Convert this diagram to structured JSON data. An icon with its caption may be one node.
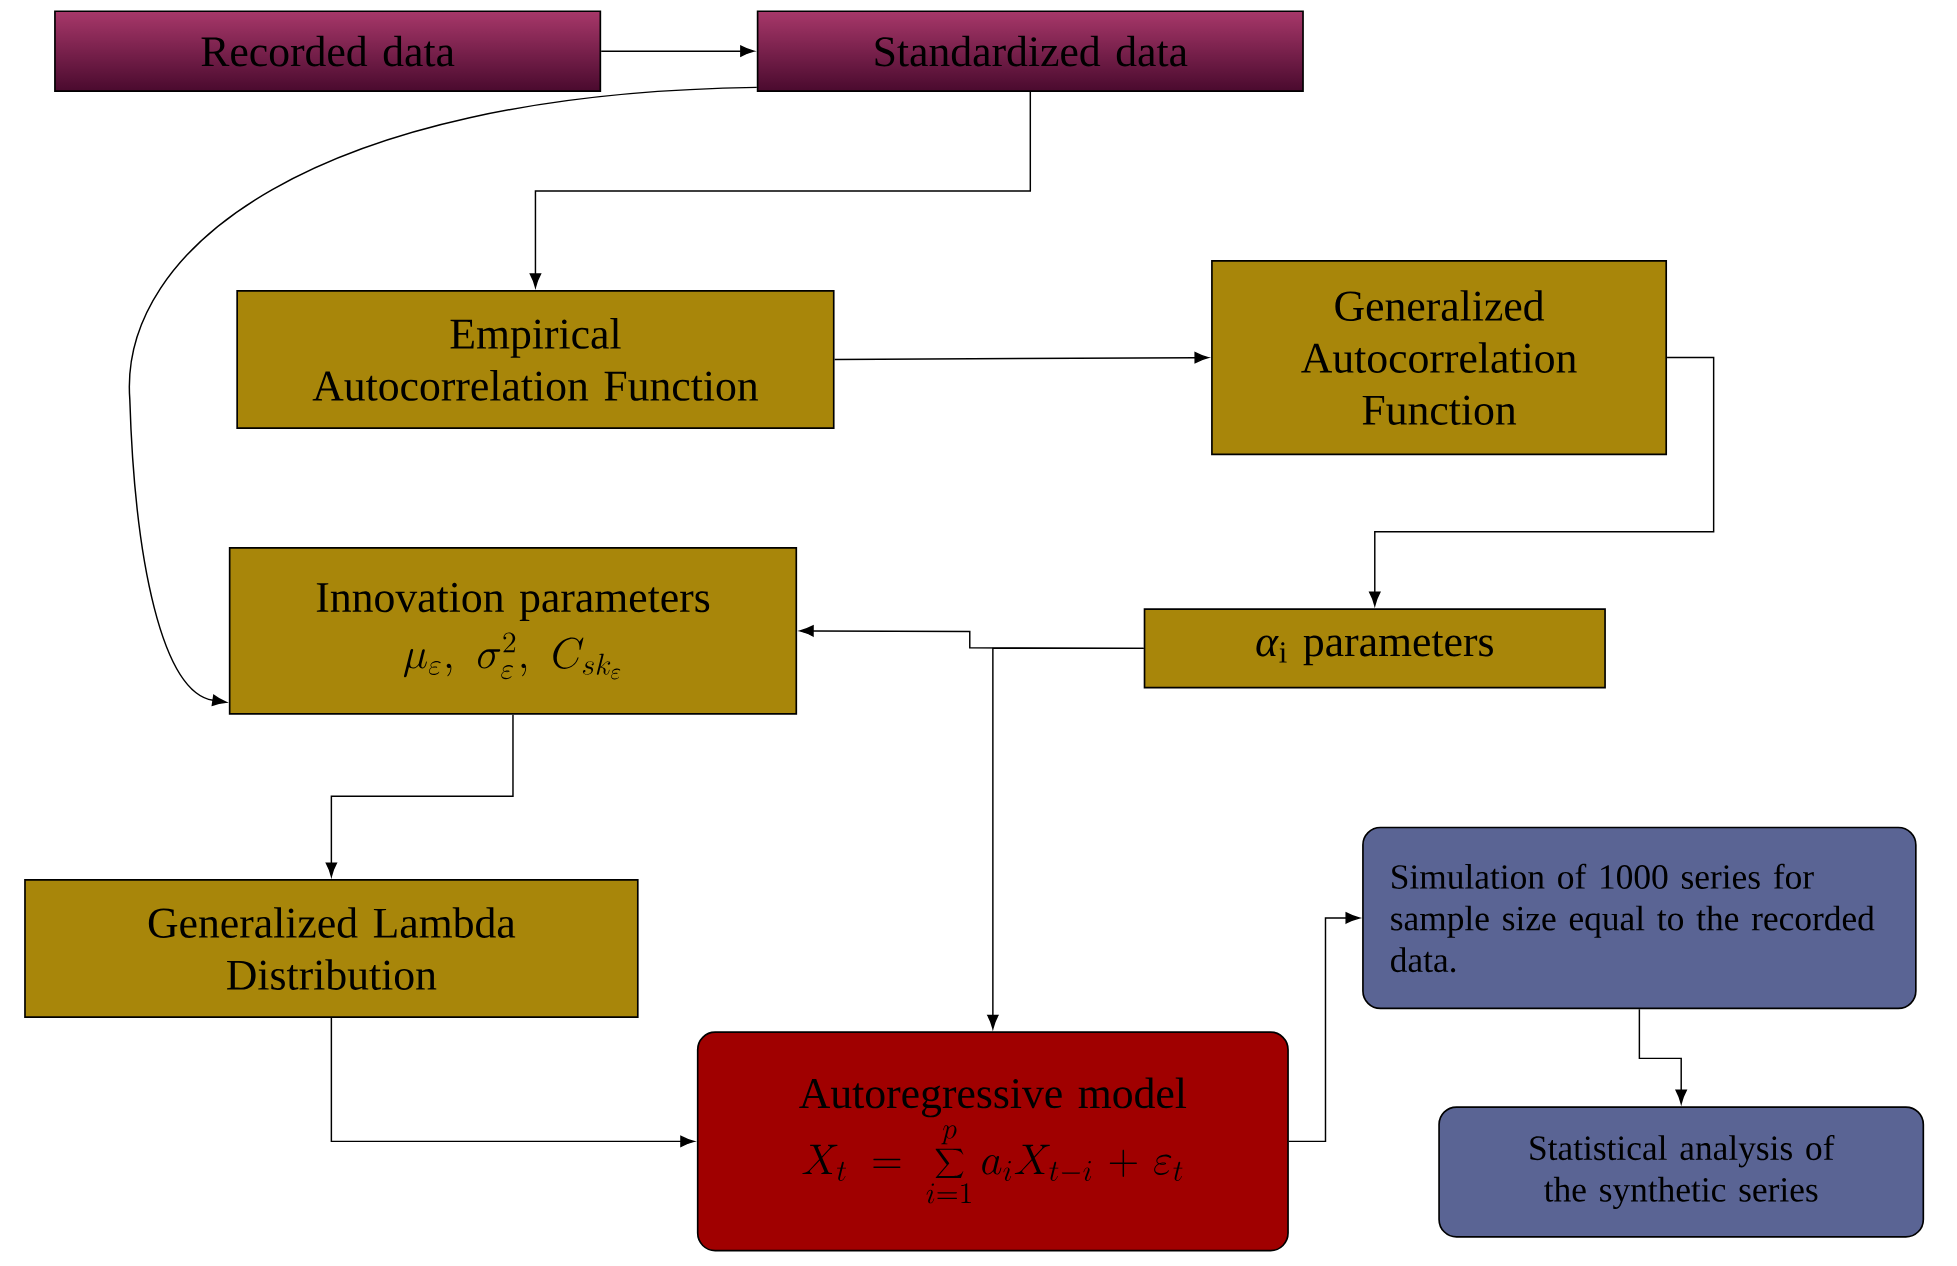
{
  "diagram": {
    "nodes": [
      {
        "text": [
          "Recorded data"
        ]
      },
      {
        "text": [
          "Standardized data"
        ]
      },
      {
        "text": [
          "Empirical Autocorrelation Function"
        ]
      },
      {
        "text": [
          "Generalized Autocorrelation Function"
        ]
      },
      {
        "text": [
          "Innovation parameters",
          "\\mu_{\\varepsilon},\\ \\sigma_{\\varepsilon}^{2},\\ C_{sk_{\\varepsilon}}"
        ]
      },
      {
        "text": [
          "*α*$_{i}$ parameters"
        ]
      },
      {
        "text": [
          "Generalized Lambda Distribution"
        ]
      },
      {
        "text": [
          "Autoregressive model",
          "X_{t}=\\sum_{i=1}^{p}a_{i}X_{t-i}+\\varepsilon_{t}"
        ]
      },
      {
        "text": [
          "Simulation of 1000 series for sample size equal to the recorded data."
        ]
      },
      {
        "text": [
          "Statistical analysis of the synthetic series"
        ]
      }
    ],
    "edges": [
      {
        "from": 0,
        "to": 1,
        "arrow": "to"
      },
      {
        "from": 1,
        "to": 4,
        "arrow": "to"
      },
      {
        "from": 1,
        "to": 2,
        "arrow": "to"
      },
      {
        "from": 2,
        "to": 3,
        "arrow": "to"
      },
      {
        "from": 3,
        "to": 5,
        "arrow": "to"
      },
      {
        "from": 5,
        "to": 4,
        "arrow": "to"
      },
      {
        "from": 5,
        "to": 7,
        "arrow": "to"
      },
      {
        "from": 4,
        "to": 6,
        "arrow": "to"
      },
      {
        "from": 6,
        "to": 7,
        "arrow": "to"
      },
      {
        "from": 7,
        "to": 8,
        "arrow": "to"
      },
      {
        "from": 8,
        "to": 9,
        "arrow": "to"
      }
    ]
  }
}
